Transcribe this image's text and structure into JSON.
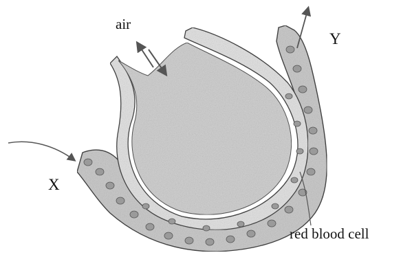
{
  "diagram": {
    "labels": {
      "air": "air",
      "y": "Y",
      "x": "X",
      "red_blood_cell": "red blood cell"
    },
    "colors": {
      "alveolus_fill": "#d2d2d2",
      "wall_fill": "#e4e4e4",
      "capillary_fill": "#cccccc",
      "cell": "#9a9a9a",
      "outline": "#444444",
      "arrow": "#555555",
      "background": "#ffffff"
    }
  }
}
